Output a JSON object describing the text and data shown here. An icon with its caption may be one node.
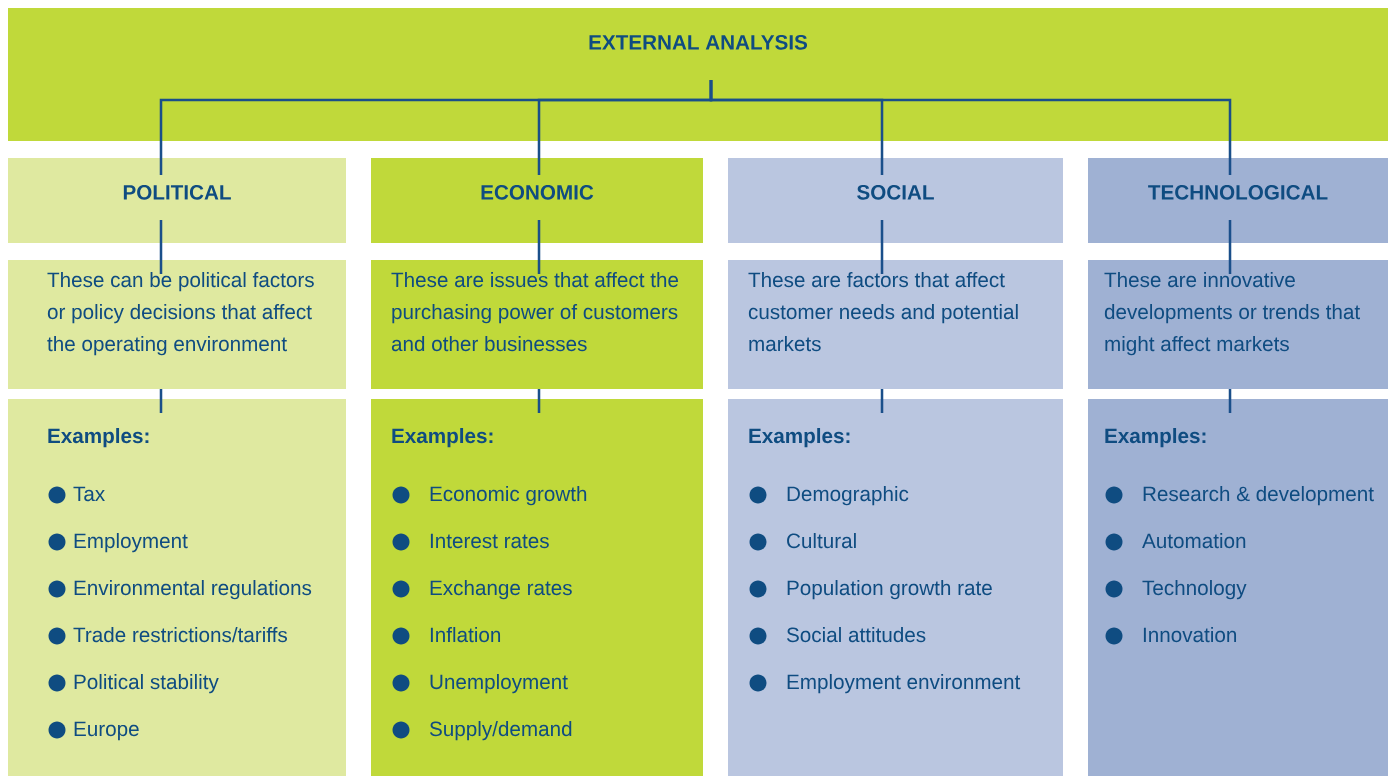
{
  "diagram": {
    "nodes": [
      {
        "text": [
          "EXTERNAL ANALYSIS"
        ]
      },
      {
        "text": [
          "POLITICAL"
        ]
      },
      {
        "text": [
          "These can be political factors or policy decisions that affect the operating environment"
        ]
      },
      {
        "text": [
          "Examples:",
          "Tax",
          "Employment",
          "Environmental regulations",
          "Trade restrictions/tariffs",
          "Political stability",
          "Europe"
        ]
      },
      {
        "text": [
          "ECONOMIC"
        ]
      },
      {
        "text": [
          "These are issues that affect the purchasing power of customers and other businesses"
        ]
      },
      {
        "text": [
          "Examples:",
          "Economic growth",
          "Interest rates",
          "Exchange rates",
          "Inflation",
          "Unemployment",
          "Supply/demand"
        ]
      },
      {
        "text": [
          "SOCIAL"
        ]
      },
      {
        "text": [
          "These are factors that affect customer needs and potential markets"
        ]
      },
      {
        "text": [
          "Examples:",
          "Demographic",
          "Cultural",
          "Population growth rate",
          "Social attitudes",
          "Employment environment"
        ]
      },
      {
        "text": [
          "TECHNOLOGICAL"
        ]
      },
      {
        "text": [
          "These are innovative developments or trends that might affect markets"
        ]
      },
      {
        "text": [
          "Examples:",
          "Research & development",
          "Automation",
          "Technology",
          "Innovation"
        ]
      }
    ],
    "edges": [
      {
        "from": 0,
        "to": 1,
        "arrow": "none"
      },
      {
        "from": 0,
        "to": 4,
        "arrow": "none"
      },
      {
        "from": 0,
        "to": 7,
        "arrow": "none"
      },
      {
        "from": 0,
        "to": 10,
        "arrow": "none"
      },
      {
        "from": 1,
        "to": 2,
        "arrow": "none"
      },
      {
        "from": 2,
        "to": 3,
        "arrow": "none"
      },
      {
        "from": 4,
        "to": 5,
        "arrow": "none"
      },
      {
        "from": 5,
        "to": 6,
        "arrow": "none"
      },
      {
        "from": 7,
        "to": 8,
        "arrow": "none"
      },
      {
        "from": 8,
        "to": 9,
        "arrow": "none"
      },
      {
        "from": 10,
        "to": 11,
        "arrow": "none"
      },
      {
        "from": 11,
        "to": 12,
        "arrow": "none"
      }
    ]
  }
}
